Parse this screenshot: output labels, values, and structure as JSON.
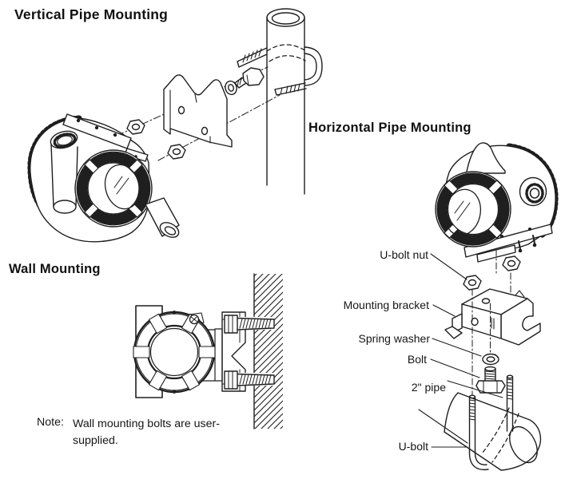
{
  "page": {
    "background": "#ffffff",
    "ink": "#1f1f1f"
  },
  "sections": {
    "vertical_pipe": {
      "title": "Vertical Pipe Mounting"
    },
    "horizontal_pipe": {
      "title": "Horizontal Pipe Mounting",
      "labels": {
        "u_bolt_nut": "U-bolt nut",
        "mounting_bracket": "Mounting bracket",
        "spring_washer": "Spring washer",
        "bolt": "Bolt",
        "pipe_size": "2\" pipe",
        "u_bolt": "U-bolt"
      }
    },
    "wall": {
      "title": "Wall Mounting",
      "note_label": "Note:",
      "note_text": "Wall mounting bolts are user-supplied."
    }
  }
}
